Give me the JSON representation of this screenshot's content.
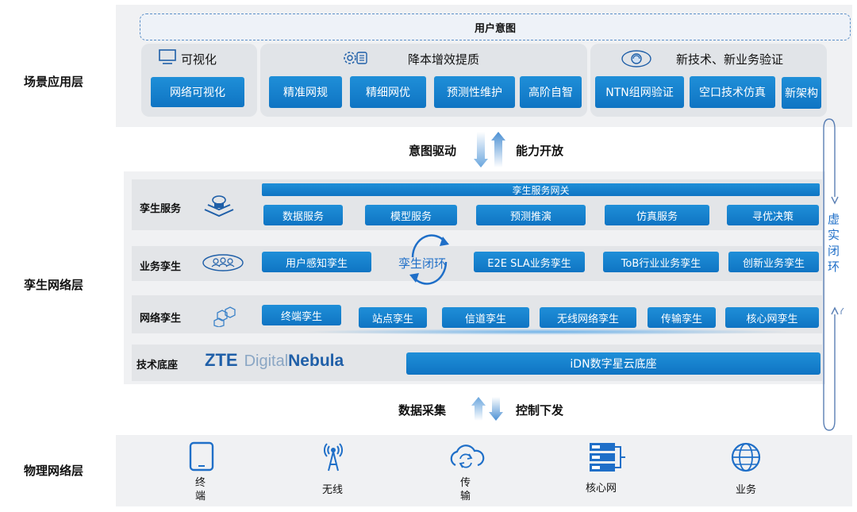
{
  "layers": {
    "scene": "场景应用层",
    "twin": "孪生网络层",
    "physical": "物理网络层"
  },
  "intent": {
    "title": "用户意图"
  },
  "scene_groups": {
    "visual": {
      "title": "可视化",
      "items": [
        "网络可视化"
      ]
    },
    "cost": {
      "title": "降本增效提质",
      "items": [
        "精准网规",
        "精细网优",
        "预测性维护",
        "高阶自智"
      ]
    },
    "newtech": {
      "title": "新技术、新业务验证",
      "items": [
        "NTN组网验证",
        "空口技术仿真",
        "新架构"
      ]
    }
  },
  "arrows_top": {
    "left": "意图驱动",
    "right": "能力开放"
  },
  "arrows_bottom": {
    "left": "数据采集",
    "right": "控制下发"
  },
  "twin_service": {
    "title": "孪生服务",
    "gateway": "孪生服务网关",
    "items": [
      "数据服务",
      "模型服务",
      "预测推演",
      "仿真服务",
      "寻优决策"
    ]
  },
  "business_twin": {
    "title": "业务孪生",
    "items": [
      "用户感知孪生",
      "E2E SLA业务孪生",
      "ToB行业业务孪生",
      "创新业务孪生"
    ],
    "loop": "孪生闭环"
  },
  "network_twin": {
    "title": "网络孪生",
    "items": [
      "终端孪生",
      "站点孪生",
      "信道孪生",
      "无线网络孪生",
      "传输孪生",
      "核心网孪生"
    ]
  },
  "tech_base": {
    "title": "技术底座",
    "brand_zte": "ZTE",
    "brand_digital": "Digital",
    "brand_nebula": "Nebula",
    "base": "iDN数字星云底座"
  },
  "side_loop": {
    "chars": [
      "虚",
      "实",
      "闭",
      "环"
    ]
  },
  "physical": {
    "items": [
      {
        "label": "终\n端",
        "icon": "tablet-icon"
      },
      {
        "label": "无线",
        "icon": "antenna-icon"
      },
      {
        "label": "传\n输",
        "icon": "cloud-sync-icon"
      },
      {
        "label": "核心网",
        "icon": "server-icon"
      },
      {
        "label": "业务",
        "icon": "globe-icon"
      }
    ]
  },
  "colors": {
    "accent": "#0f74c3",
    "panel": "#f0f1f3",
    "card": "#e1e4e8"
  }
}
